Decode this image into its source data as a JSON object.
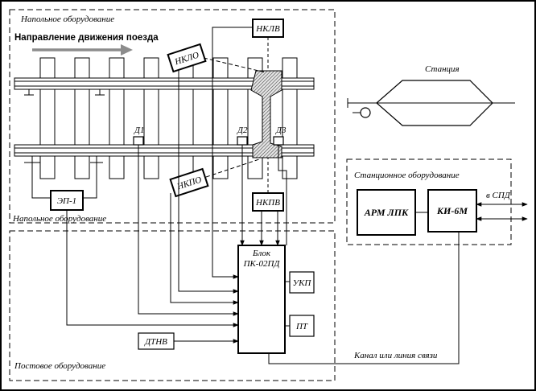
{
  "sections": {
    "floor": "Напольное оборудование",
    "post": "Постовое оборудование",
    "station_equipment": "Станционное оборудование",
    "station": "Станция"
  },
  "direction_label": "Направление движения поезда",
  "sensors": {
    "d1": "Д1",
    "d2": "Д2",
    "d3": "Д3"
  },
  "cameras": {
    "nklv": "НКЛВ",
    "nklo": "НКЛО",
    "nkpo": "НКПО",
    "nkpv": "НКПВ"
  },
  "ep": "ЭП-1",
  "block": {
    "line1": "Блок",
    "line2": "ПК-02ПД"
  },
  "ukp": "УКП",
  "pt": "ПТ",
  "dtnv": "ДТНВ",
  "arm": "АРМ ЛПК",
  "ki": "КИ-6М",
  "spd": "в СПД",
  "channel": "Канал или линия связи",
  "colors": {
    "line": "#000000",
    "arrow": "#8c8c8c",
    "hatch": "#555555",
    "background": "#ffffff"
  }
}
